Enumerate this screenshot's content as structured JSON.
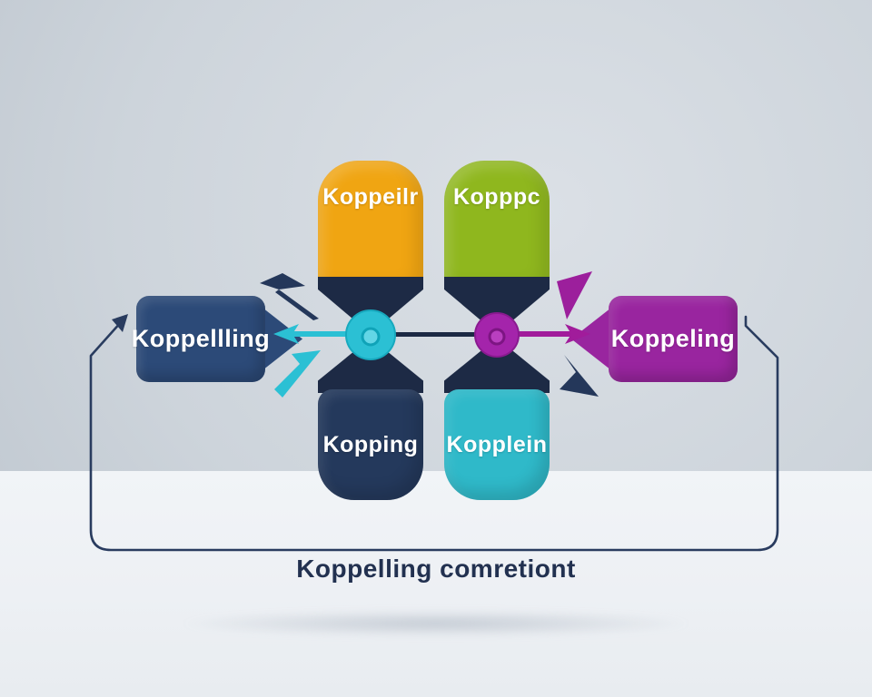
{
  "caption": {
    "text": "Koppelling comretiont",
    "color": "#223150"
  },
  "columns": {
    "top_left": {
      "label": "Koppeilr",
      "color": "#F0A512"
    },
    "top_right": {
      "label": "Kopppc",
      "color": "#8FB71E"
    },
    "bottom_left": {
      "label": "Kopping",
      "color": "#24395C"
    },
    "bottom_right": {
      "label": "Kopplein",
      "color": "#2FB9C9"
    },
    "neck_color": "#1D2A45"
  },
  "tags": {
    "left": {
      "label": "Koppellling",
      "color": "#2C4A78"
    },
    "right": {
      "label": "Koppeling",
      "color": "#99259F"
    }
  },
  "connectors": {
    "teal_arrow_color": "#2BC0D4",
    "purple_arrow_color": "#A11C9B",
    "center_line_color": "#1C2944",
    "knob_left_color": "#2BC0D4",
    "knob_left_inner": "#63D6E6",
    "knob_right_color": "#A424AB",
    "knob_right_inner": "#B93FC0",
    "bracket_color": "#293C5F",
    "splinter_navy": "#24375A",
    "splinter_teal": "#2BC0D4",
    "splinter_purple": "#9C1F9C"
  }
}
